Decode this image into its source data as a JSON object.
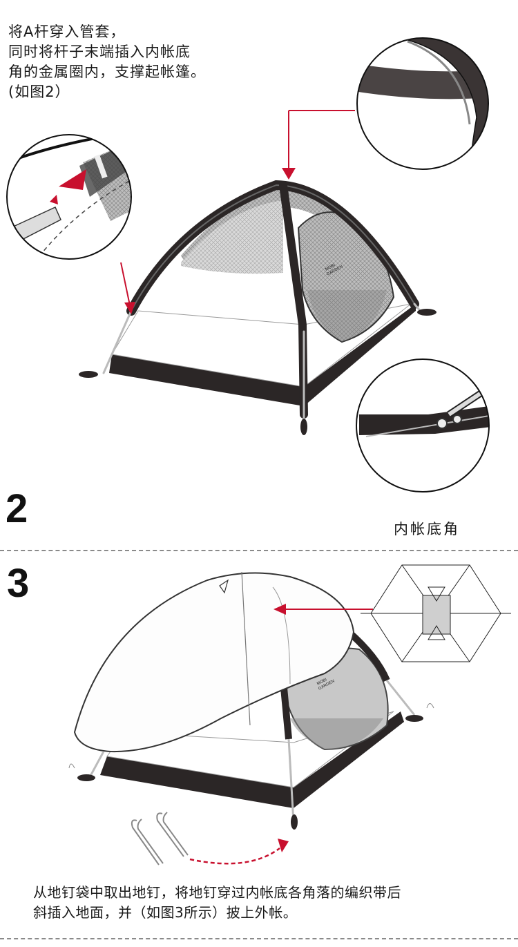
{
  "step2": {
    "number": "2",
    "instruction_lines": [
      "将A杆穿入管套，",
      "同时将杆子末端插入内帐底",
      "角的金属圈内，支撑起帐篷。",
      "(如图2）"
    ],
    "corner_label": "内帐底角",
    "tent_logo_lines": [
      "MOBI",
      "GARDEN"
    ]
  },
  "step3": {
    "number": "3",
    "instruction_lines": [
      "从地钉袋中取出地钉，将地钉穿过内帐底各角落的编织带后",
      "斜插入地面，并（如图3所示）披上外帐。"
    ],
    "tent_logo_lines": [
      "MOBI",
      "GARDEN"
    ]
  },
  "colors": {
    "arrow_red": "#c8102e",
    "dark_panel": "#2b2626",
    "mesh_gray": "#9a9a9a",
    "divider": "#8a8a8a"
  }
}
